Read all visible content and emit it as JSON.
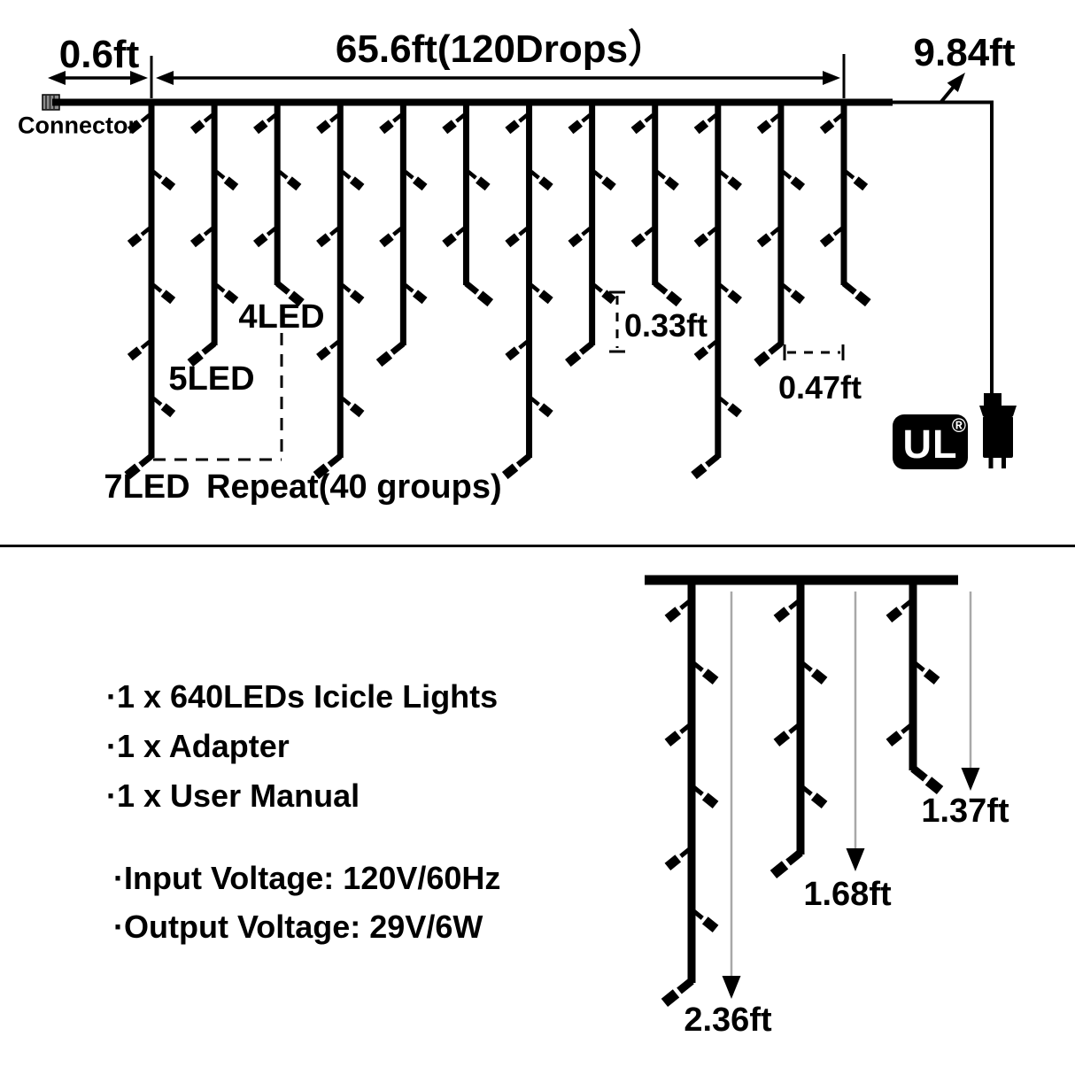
{
  "colors": {
    "ink": "#000000",
    "arrow_gray": "#a8a8a8",
    "connector_gray": "#8d8d8d",
    "background": "#ffffff"
  },
  "top_diagram": {
    "dim_connector_to_first": "0.6ft",
    "dim_main_span": "65.6ft(120Drops）",
    "dim_lead_wire": "9.84ft",
    "connector_label": "Connector",
    "drop_type_labels": {
      "short": "4LED",
      "medium": "5LED",
      "long": "7LED"
    },
    "repeat_label": "Repeat(40 groups)",
    "dim_led_spacing": "0.33ft",
    "dim_drop_spacing": "0.47ft",
    "ul_mark": "UL",
    "registered_symbol": "®",
    "drops": {
      "pattern_leds": [
        7,
        5,
        4
      ],
      "repeats": 4
    }
  },
  "package_contents": [
    "·1 x 640LEDs Icicle Lights",
    "·1 x Adapter",
    "·1 x User Manual"
  ],
  "electrical_specs": [
    "·Input Voltage: 120V/60Hz",
    "·Output Voltage: 29V/6W"
  ],
  "bottom_diagram": {
    "drops": [
      {
        "leds": 7,
        "drop_length": "2.36ft"
      },
      {
        "leds": 5,
        "drop_length": "1.68ft"
      },
      {
        "leds": 4,
        "drop_length": "1.37ft"
      }
    ]
  }
}
